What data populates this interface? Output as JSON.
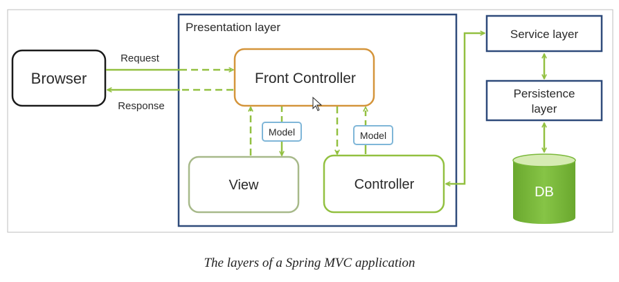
{
  "diagram": {
    "presentation_layer_label": "Presentation layer",
    "browser_label": "Browser",
    "request_label": "Request",
    "response_label": "Response",
    "front_controller_label": "Front Controller",
    "model_label_left": "Model",
    "model_label_right": "Model",
    "view_label": "View",
    "controller_label": "Controller",
    "service_layer_label": "Service layer",
    "persistence_layer_label_line1": "Persistence",
    "persistence_layer_label_line2": "layer",
    "db_label": "DB"
  },
  "caption": "The layers of a Spring MVC application",
  "colors": {
    "arrow": "#92c040",
    "front_controller_border": "#d4943a",
    "view_border": "#a7b98a",
    "controller_border": "#92c040",
    "layer_border": "#2e4a7a",
    "model_tag_border": "#7fb6d8",
    "db_fill": "#7ab83a"
  }
}
